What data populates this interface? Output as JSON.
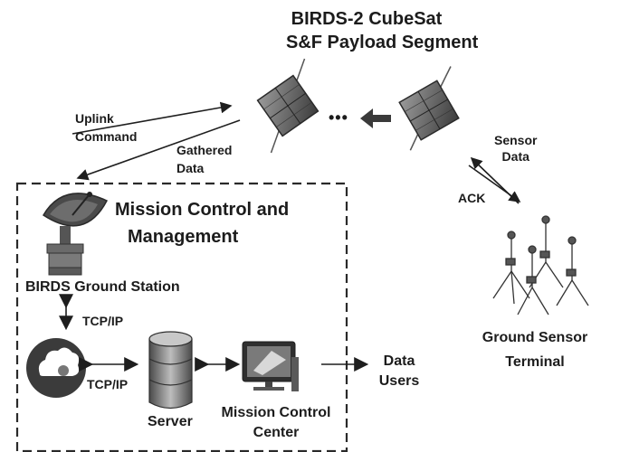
{
  "title": {
    "line1": "BIRDS-2 CubeSat",
    "line2": "S&F Payload Segment"
  },
  "links": {
    "uplink_line1": "Uplink",
    "uplink_line2": "Command",
    "gathered_line1": "Gathered",
    "gathered_line2": "Data",
    "sensor_line1": "Sensor",
    "sensor_line2": "Data",
    "ack": "ACK",
    "tcpip_vertical": "TCP/IP",
    "tcpip_horizontal": "TCP/IP"
  },
  "mission_box": {
    "line1": "Mission Control and",
    "line2": "Management"
  },
  "nodes": {
    "ground_station": "BIRDS Ground Station",
    "server": "Server",
    "mission_center_line1": "Mission Control",
    "mission_center_line2": "Center",
    "data_users_line1": "Data",
    "data_users_line2": "Users",
    "sensor_terminal_line1": "Ground Sensor",
    "sensor_terminal_line2": "Terminal"
  },
  "ellipsis": "• • •",
  "colors": {
    "ink": "#1e1e1e",
    "panel": "#6b6b6b",
    "body": "#3a3a3a"
  },
  "icons": [
    "cubesat-icon",
    "satellite-dish-icon",
    "cloud-globe-icon",
    "database-icon",
    "monitor-icon",
    "sensor-tripod-icon"
  ]
}
